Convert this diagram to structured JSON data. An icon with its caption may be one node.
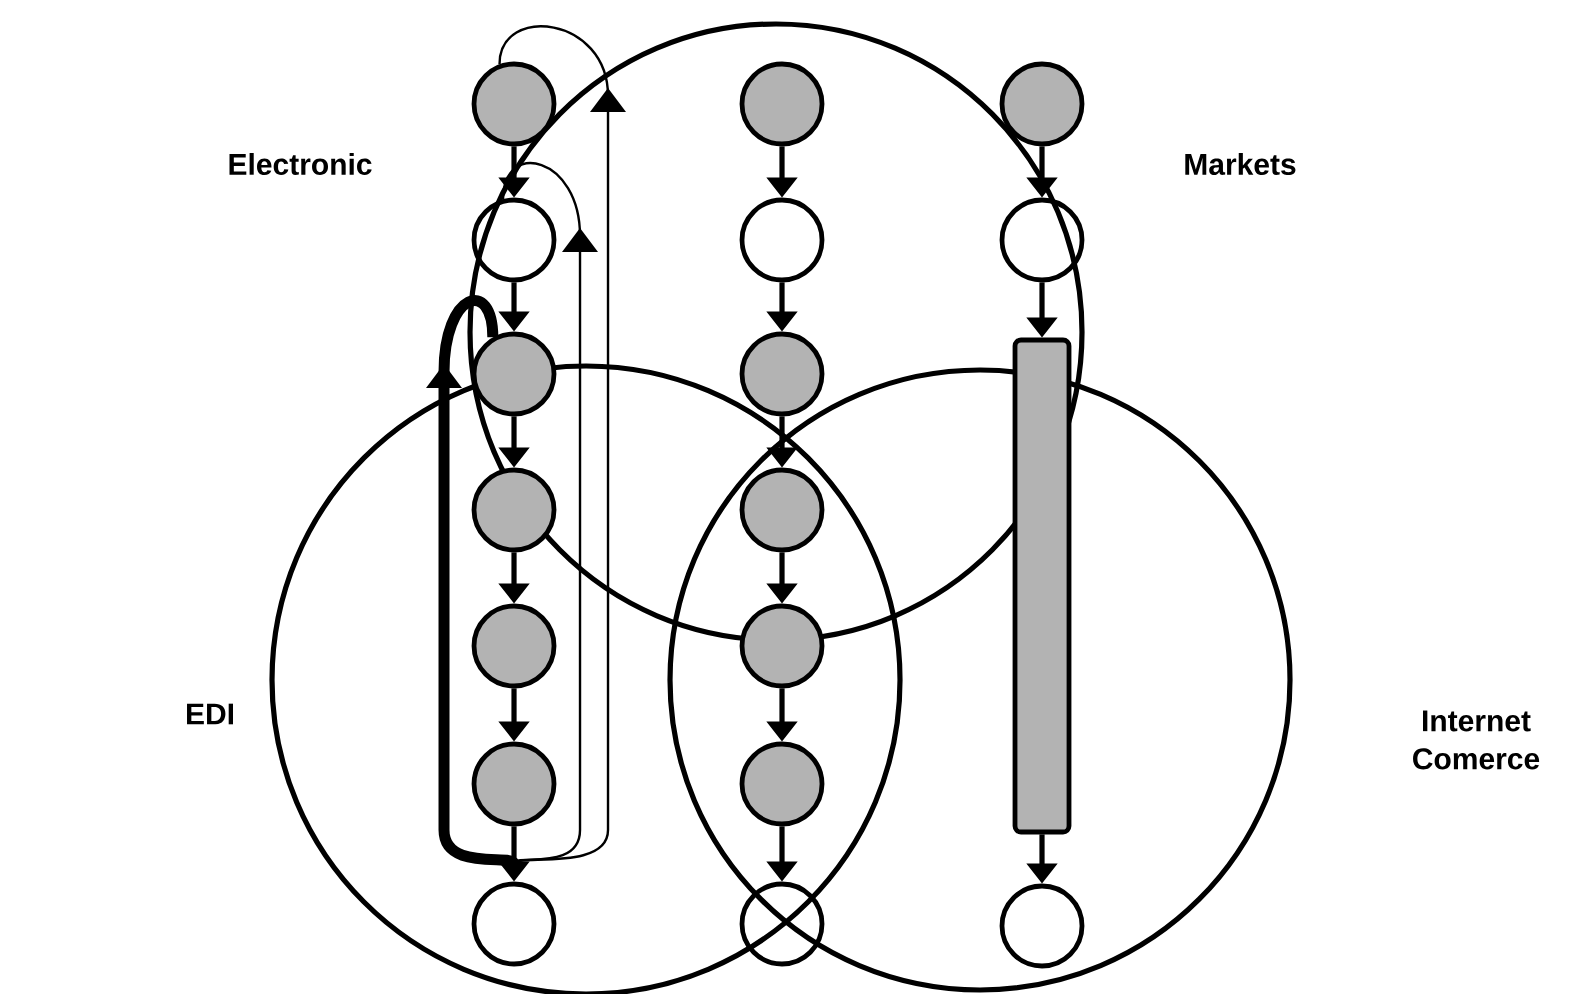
{
  "diagram": {
    "nodes": [
      {
        "text": [],
        "shape": "circle"
      },
      {
        "text": [],
        "shape": "circle"
      },
      {
        "text": [],
        "shape": "circle"
      },
      {
        "text": [],
        "shape": "circle"
      },
      {
        "text": [],
        "shape": "circle"
      },
      {
        "text": [],
        "shape": "circle"
      },
      {
        "text": [],
        "shape": "circle"
      },
      {
        "text": [],
        "shape": "circle"
      },
      {
        "text": [],
        "shape": "circle"
      },
      {
        "text": [],
        "shape": "circle"
      },
      {
        "text": [],
        "shape": "circle"
      },
      {
        "text": [],
        "shape": "circle"
      },
      {
        "text": [],
        "shape": "circle"
      },
      {
        "text": [],
        "shape": "circle"
      },
      {
        "text": [],
        "shape": "circle"
      },
      {
        "text": [],
        "shape": "circle"
      },
      {
        "text": [],
        "shape": "bar"
      },
      {
        "text": [],
        "shape": "circle"
      }
    ],
    "edges": [
      {
        "from": 0,
        "to": 1,
        "arrow": "to"
      },
      {
        "from": 1,
        "to": 2,
        "arrow": "to"
      },
      {
        "from": 2,
        "to": 3,
        "arrow": "to"
      },
      {
        "from": 3,
        "to": 4,
        "arrow": "to"
      },
      {
        "from": 4,
        "to": 5,
        "arrow": "to"
      },
      {
        "from": 5,
        "to": 6,
        "arrow": "to"
      },
      {
        "from": 7,
        "to": 8,
        "arrow": "to"
      },
      {
        "from": 8,
        "to": 9,
        "arrow": "to"
      },
      {
        "from": 9,
        "to": 10,
        "arrow": "to"
      },
      {
        "from": 10,
        "to": 11,
        "arrow": "to"
      },
      {
        "from": 11,
        "to": 12,
        "arrow": "to"
      },
      {
        "from": 12,
        "to": 13,
        "arrow": "to"
      },
      {
        "from": 14,
        "to": 15,
        "arrow": "to"
      },
      {
        "from": 15,
        "to": 16,
        "arrow": "to"
      },
      {
        "from": 16,
        "to": 17,
        "arrow": "to"
      },
      {
        "from": 6,
        "to": 0,
        "arrow": "to"
      },
      {
        "from": 6,
        "to": 1,
        "arrow": "to"
      },
      {
        "from": 6,
        "to": 2,
        "arrow": "to",
        "style": "thick"
      }
    ],
    "labels": [
      "Electronic",
      "Markets",
      "EDI",
      "Internet Comerce"
    ]
  }
}
